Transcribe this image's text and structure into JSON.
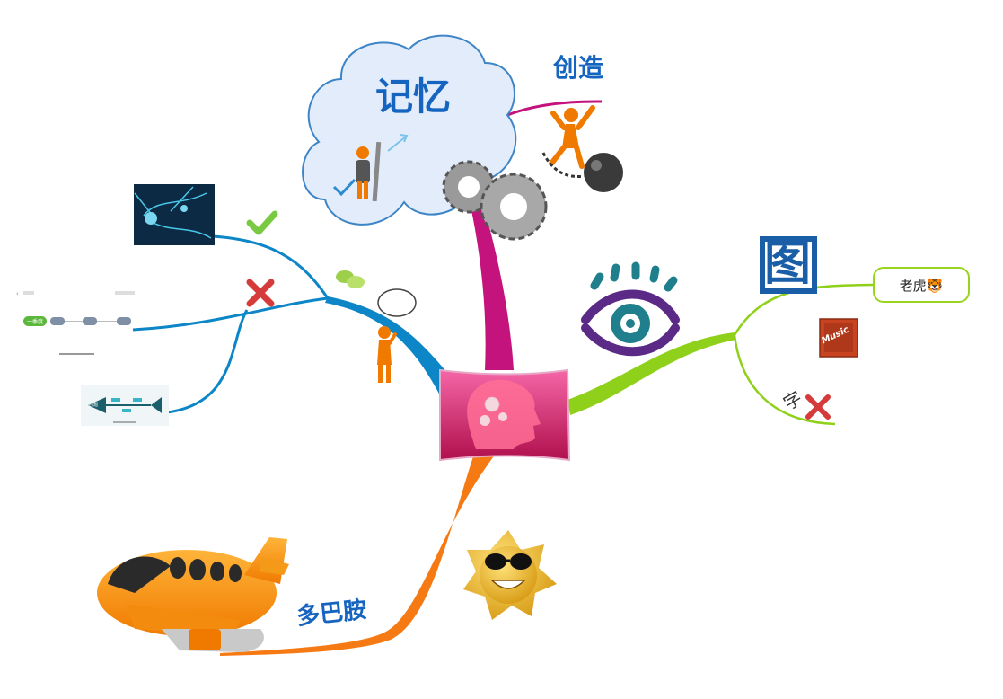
{
  "colors": {
    "memory_branch": "#c4137d",
    "create_branch": "#c4137d",
    "left_branch": "#0d86c8",
    "right_branch": "#8fd11a",
    "bottom_branch": "#f57a14",
    "central_top": "#f35e9e",
    "central_bottom": "#b8104f",
    "label_blue": "#1565c0",
    "cross_red": "#d63b3b",
    "check_green": "#7ac943",
    "cloud_fill": "#e3ecfb",
    "cloud_stroke": "#3d85c6"
  },
  "topics": {
    "memory": "记忆",
    "create": "创造",
    "dopamine": "多巴胺",
    "picture": "图",
    "word": "字",
    "tiger": "老虎🐯",
    "music": "Music"
  },
  "thumbnail_left": {
    "button": "一季度"
  },
  "fishbone": {
    "head": "问题"
  },
  "icons": {
    "check": "check-mark-icon",
    "cross": "cross-mark-icon",
    "cross_right": "cross-mark-icon",
    "chat": "chat-bubbles-icon",
    "eye": "eye-icon",
    "gears": "gears-icon",
    "sun": "sun-with-sunglasses-icon",
    "plane": "toy-airplane-icon",
    "brain": "brain-gears-head-icon"
  }
}
